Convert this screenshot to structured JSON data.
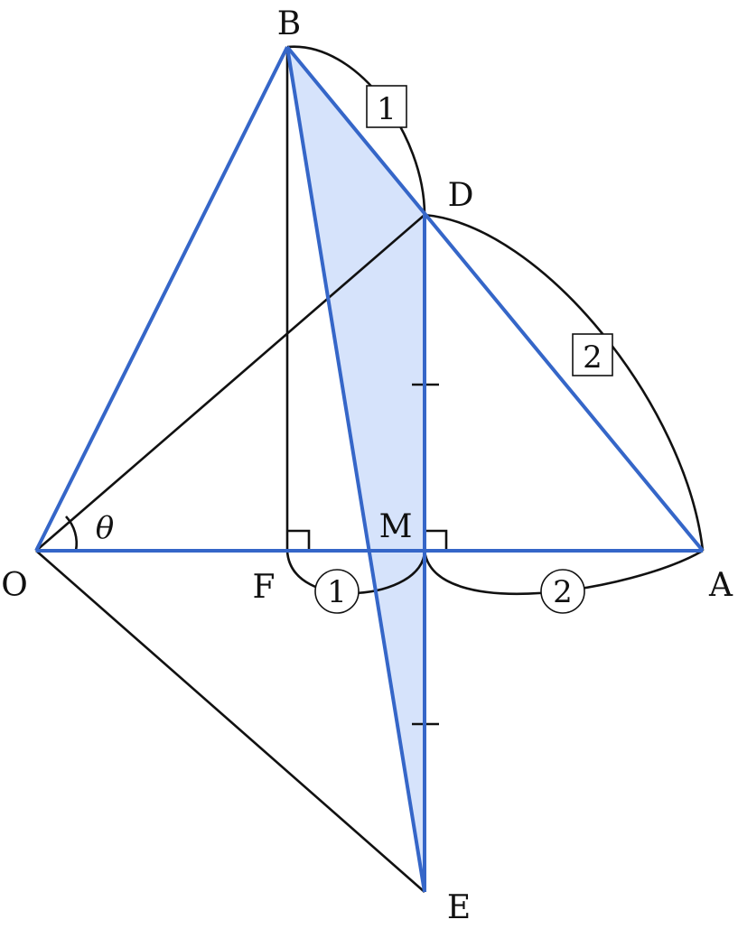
{
  "points": {
    "B": "B",
    "D": "D",
    "O": "O",
    "F": "F",
    "M": "M",
    "A": "A",
    "E": "E"
  },
  "angle": "θ",
  "ratios": {
    "BD": "1",
    "DA": "2",
    "FM": "1",
    "MA": "2"
  },
  "colors": {
    "line_blue": "#3566c8",
    "fill_blue": "#d6e3fb",
    "line_black": "#111111"
  }
}
